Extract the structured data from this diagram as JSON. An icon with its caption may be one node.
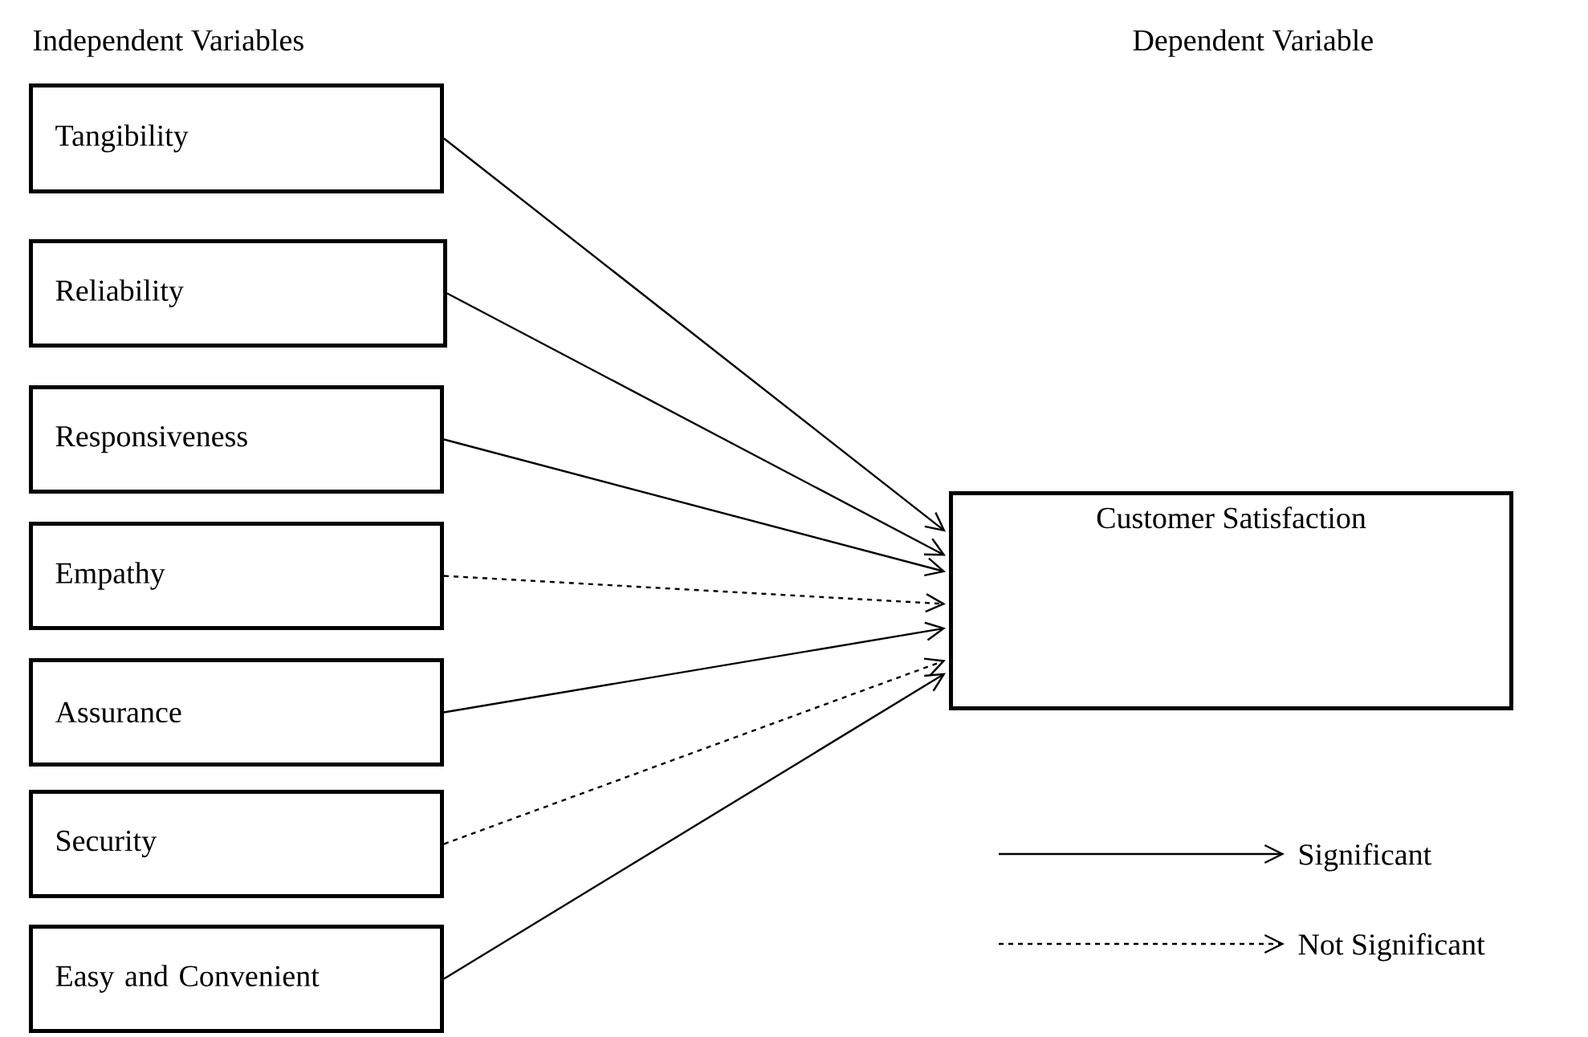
{
  "diagram": {
    "nodes": [
      {
        "text": [
          "Tangibility"
        ]
      },
      {
        "text": [
          "Reliability"
        ]
      },
      {
        "text": [
          "Responsiveness"
        ]
      },
      {
        "text": [
          "Empathy"
        ]
      },
      {
        "text": [
          "Assurance"
        ]
      },
      {
        "text": [
          "Security"
        ]
      },
      {
        "text": [
          "Easy and Convenient"
        ]
      },
      {
        "text": [
          "Customer Satisfaction"
        ]
      }
    ],
    "edges": [
      {
        "from": 0,
        "to": 7,
        "arrow": "to"
      },
      {
        "from": 1,
        "to": 7,
        "arrow": "to"
      },
      {
        "from": 2,
        "to": 7,
        "arrow": "to"
      },
      {
        "from": 3,
        "to": 7,
        "arrow": "to",
        "style": "dashed"
      },
      {
        "from": 4,
        "to": 7,
        "arrow": "to"
      },
      {
        "from": 5,
        "to": 7,
        "arrow": "to",
        "style": "dashed"
      },
      {
        "from": 6,
        "to": 7,
        "arrow": "to"
      }
    ],
    "labels": [
      "Independent Variables",
      "Dependent Variable"
    ],
    "legend": [
      {
        "text": "Significant"
      },
      {
        "text": "Not Significant"
      }
    ]
  }
}
